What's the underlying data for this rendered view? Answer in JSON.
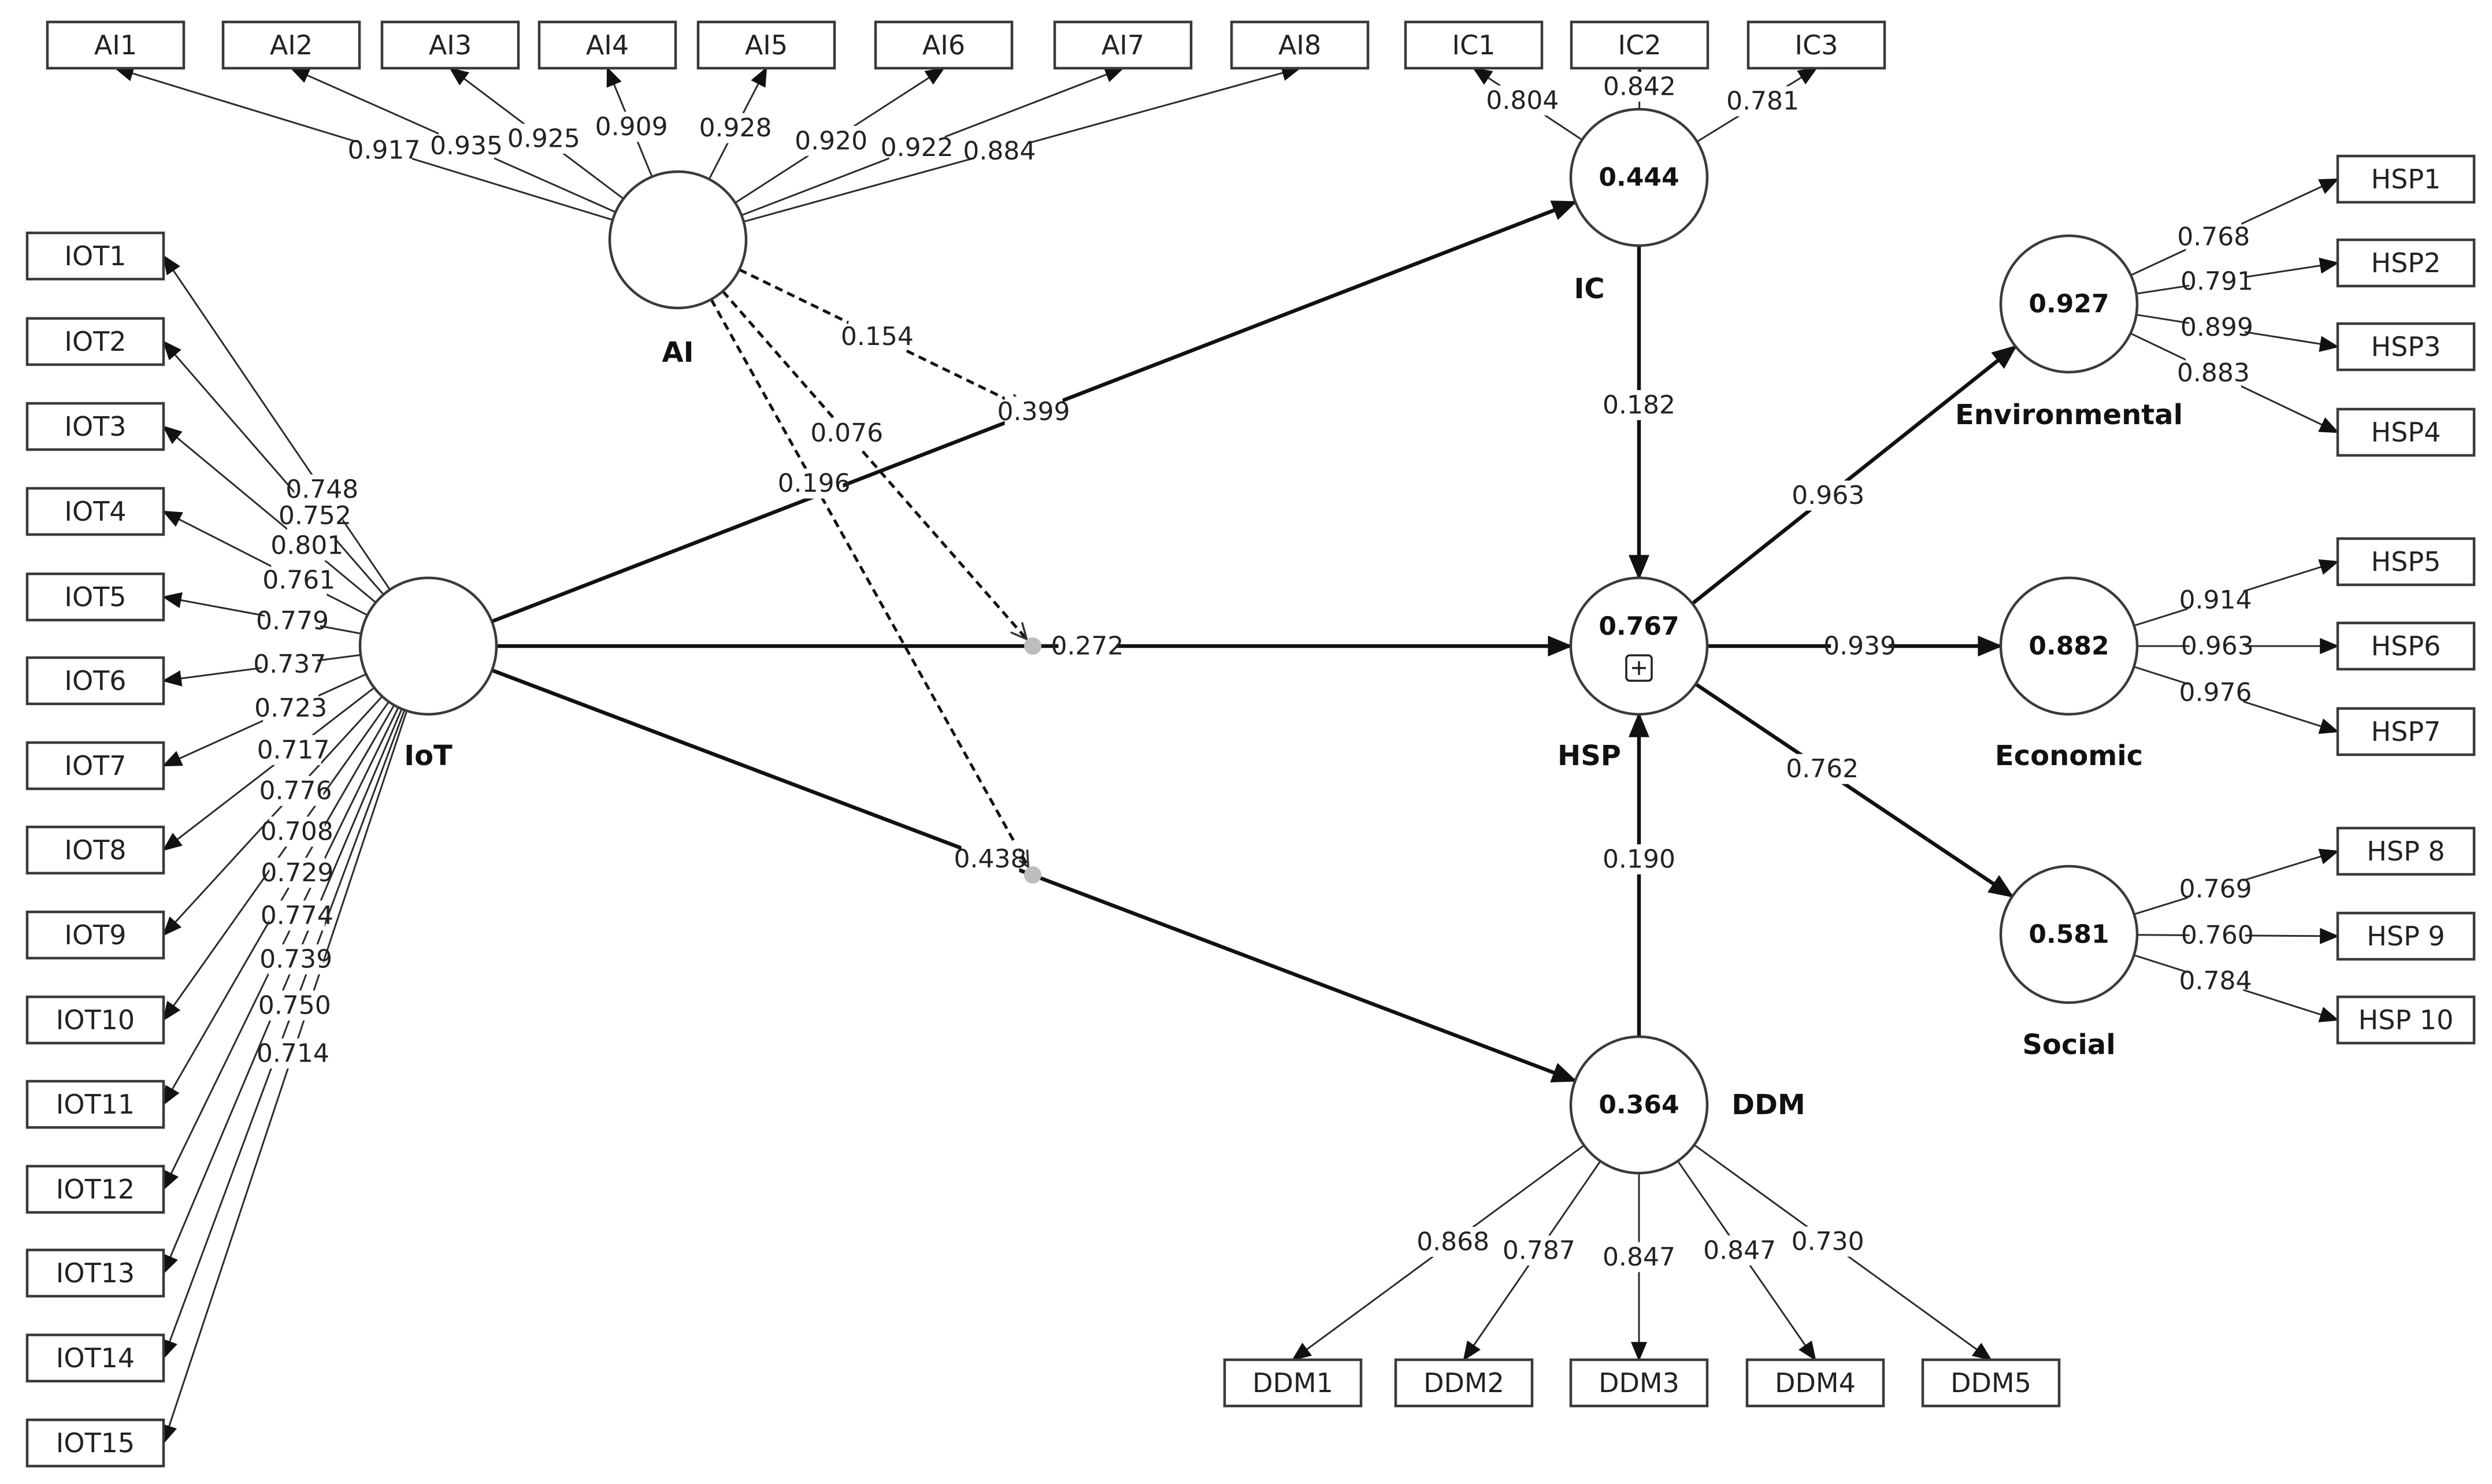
{
  "colors": {
    "stroke": "#2b2b2b",
    "background": "#ffffff",
    "moderator_dot": "#bdbdbd"
  },
  "latent_variables": [
    {
      "id": "AI",
      "label": "AI",
      "value": "",
      "expand_icon": false
    },
    {
      "id": "IoT",
      "label": "IoT",
      "value": "",
      "expand_icon": false
    },
    {
      "id": "IC",
      "label": "IC",
      "value": "0.444",
      "expand_icon": false
    },
    {
      "id": "HSP",
      "label": "HSP",
      "value": "0.767",
      "expand_icon": true
    },
    {
      "id": "DDM",
      "label": "DDM",
      "value": "0.364",
      "expand_icon": false
    },
    {
      "id": "ENV",
      "label": "Environmental",
      "value": "0.927",
      "expand_icon": false
    },
    {
      "id": "ECO",
      "label": "Economic",
      "value": "0.882",
      "expand_icon": false
    },
    {
      "id": "SOC",
      "label": "Social",
      "value": "0.581",
      "expand_icon": false
    }
  ],
  "indicators": [
    {
      "id": "AI1",
      "label": "AI1",
      "latent": "AI",
      "loading": "0.917"
    },
    {
      "id": "AI2",
      "label": "AI2",
      "latent": "AI",
      "loading": "0.935"
    },
    {
      "id": "AI3",
      "label": "AI3",
      "latent": "AI",
      "loading": "0.925"
    },
    {
      "id": "AI4",
      "label": "AI4",
      "latent": "AI",
      "loading": "0.909"
    },
    {
      "id": "AI5",
      "label": "AI5",
      "latent": "AI",
      "loading": "0.928"
    },
    {
      "id": "AI6",
      "label": "AI6",
      "latent": "AI",
      "loading": "0.920"
    },
    {
      "id": "AI7",
      "label": "AI7",
      "latent": "AI",
      "loading": "0.922"
    },
    {
      "id": "AI8",
      "label": "AI8",
      "latent": "AI",
      "loading": "0.884"
    },
    {
      "id": "IC1",
      "label": "IC1",
      "latent": "IC",
      "loading": "0.804"
    },
    {
      "id": "IC2",
      "label": "IC2",
      "latent": "IC",
      "loading": "0.842"
    },
    {
      "id": "IC3",
      "label": "IC3",
      "latent": "IC",
      "loading": "0.781"
    },
    {
      "id": "IOT1",
      "label": "IOT1",
      "latent": "IoT",
      "loading": "0.748"
    },
    {
      "id": "IOT2",
      "label": "IOT2",
      "latent": "IoT",
      "loading": "0.752"
    },
    {
      "id": "IOT3",
      "label": "IOT3",
      "latent": "IoT",
      "loading": "0.801"
    },
    {
      "id": "IOT4",
      "label": "IOT4",
      "latent": "IoT",
      "loading": "0.761"
    },
    {
      "id": "IOT5",
      "label": "IOT5",
      "latent": "IoT",
      "loading": "0.779"
    },
    {
      "id": "IOT6",
      "label": "IOT6",
      "latent": "IoT",
      "loading": "0.737"
    },
    {
      "id": "IOT7",
      "label": "IOT7",
      "latent": "IoT",
      "loading": "0.723"
    },
    {
      "id": "IOT8",
      "label": "IOT8",
      "latent": "IoT",
      "loading": "0.717"
    },
    {
      "id": "IOT9",
      "label": "IOT9",
      "latent": "IoT",
      "loading": "0.776"
    },
    {
      "id": "IOT10",
      "label": "IOT10",
      "latent": "IoT",
      "loading": "0.708"
    },
    {
      "id": "IOT11",
      "label": "IOT11",
      "latent": "IoT",
      "loading": "0.729"
    },
    {
      "id": "IOT12",
      "label": "IOT12",
      "latent": "IoT",
      "loading": "0.774"
    },
    {
      "id": "IOT13",
      "label": "IOT13",
      "latent": "IoT",
      "loading": "0.739"
    },
    {
      "id": "IOT14",
      "label": "IOT14",
      "latent": "IoT",
      "loading": "0.750"
    },
    {
      "id": "IOT15",
      "label": "IOT15",
      "latent": "IoT",
      "loading": "0.714"
    },
    {
      "id": "HSP1",
      "label": "HSP1",
      "latent": "ENV",
      "loading": "0.768"
    },
    {
      "id": "HSP2",
      "label": "HSP2",
      "latent": "ENV",
      "loading": "0.791"
    },
    {
      "id": "HSP3",
      "label": "HSP3",
      "latent": "ENV",
      "loading": "0.899"
    },
    {
      "id": "HSP4",
      "label": "HSP4",
      "latent": "ENV",
      "loading": "0.883"
    },
    {
      "id": "HSP5",
      "label": "HSP5",
      "latent": "ECO",
      "loading": "0.914"
    },
    {
      "id": "HSP6",
      "label": "HSP6",
      "latent": "ECO",
      "loading": "0.963"
    },
    {
      "id": "HSP7",
      "label": "HSP7",
      "latent": "ECO",
      "loading": "0.976"
    },
    {
      "id": "HSP8",
      "label": "HSP 8",
      "latent": "SOC",
      "loading": "0.769"
    },
    {
      "id": "HSP9",
      "label": "HSP 9",
      "latent": "SOC",
      "loading": "0.760"
    },
    {
      "id": "HSP10",
      "label": "HSP 10",
      "latent": "SOC",
      "loading": "0.784"
    },
    {
      "id": "DDM1",
      "label": "DDM1",
      "latent": "DDM",
      "loading": "0.868"
    },
    {
      "id": "DDM2",
      "label": "DDM2",
      "latent": "DDM",
      "loading": "0.787"
    },
    {
      "id": "DDM3",
      "label": "DDM3",
      "latent": "DDM",
      "loading": "0.847"
    },
    {
      "id": "DDM4",
      "label": "DDM4",
      "latent": "DDM",
      "loading": "0.847"
    },
    {
      "id": "DDM5",
      "label": "DDM5",
      "latent": "DDM",
      "loading": "0.730"
    }
  ],
  "paths": [
    {
      "id": "iot-ic",
      "from": "IoT",
      "to": "IC",
      "coef": "0.399"
    },
    {
      "id": "iot-hsp",
      "from": "IoT",
      "to": "HSP",
      "coef": "0.272"
    },
    {
      "id": "iot-ddm",
      "from": "IoT",
      "to": "DDM",
      "coef": "0.438"
    },
    {
      "id": "ic-hsp",
      "from": "IC",
      "to": "HSP",
      "coef": "0.182"
    },
    {
      "id": "ddm-hsp",
      "from": "DDM",
      "to": "HSP",
      "coef": "0.190"
    },
    {
      "id": "hsp-env",
      "from": "HSP",
      "to": "ENV",
      "coef": "0.963"
    },
    {
      "id": "hsp-eco",
      "from": "HSP",
      "to": "ECO",
      "coef": "0.939"
    },
    {
      "id": "hsp-soc",
      "from": "HSP",
      "to": "SOC",
      "coef": "0.762"
    }
  ],
  "moderations": [
    {
      "id": "ai-mod-ic",
      "from": "AI",
      "on_path": "iot-ic",
      "coef": "0.154"
    },
    {
      "id": "ai-mod-hsp",
      "from": "AI",
      "on_path": "iot-hsp",
      "coef": "0.076"
    },
    {
      "id": "ai-mod-ddm",
      "from": "AI",
      "on_path": "iot-ddm",
      "coef": "0.196"
    }
  ]
}
